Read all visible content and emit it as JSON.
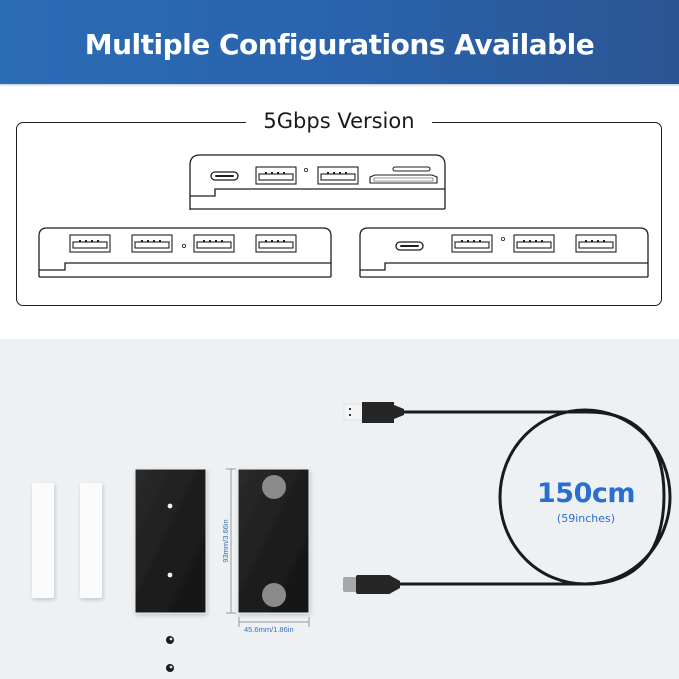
{
  "banner": {
    "title": "Multiple Configurations Available",
    "gradient": [
      "#2a6cb5",
      "#2a5592"
    ]
  },
  "configurations": {
    "title": "5Gbps Version",
    "hubs": [
      {
        "name": "hub-card-reader",
        "ports": [
          "usb-c",
          "usb-a",
          "led",
          "usb-a",
          "microsd-slot",
          "sd-slot"
        ]
      },
      {
        "name": "hub-4-usb-a",
        "ports": [
          "usb-a",
          "usb-a",
          "led",
          "usb-a",
          "usb-a"
        ]
      },
      {
        "name": "hub-usb-c-3-usb-a",
        "ports": [
          "usb-c",
          "usb-a",
          "led",
          "usb-a",
          "usb-a"
        ]
      }
    ]
  },
  "accessories": {
    "adhesive_strips": 2,
    "mount_plate": {
      "height_label": "93mm/3.66in",
      "width_label": "45.6mm/1.86in"
    },
    "screws": 2
  },
  "cable": {
    "length": "150cm",
    "length_inches": "(59inches)",
    "connectors": [
      "usb-a",
      "usb-c"
    ],
    "accent_color": "#2a6fd0"
  },
  "colors": {
    "lower_background": "#eef1f4",
    "plate": "#1c1c1c",
    "pad": "#8a8a8a"
  }
}
